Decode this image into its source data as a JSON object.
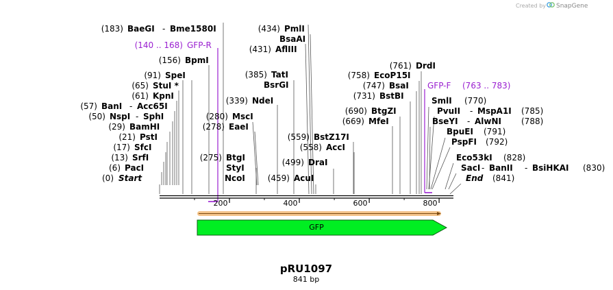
{
  "credit": {
    "prefix": "Created by",
    "brand": "SnapGene"
  },
  "map": {
    "name": "pRU1097",
    "length_label": "841 bp",
    "length": 841,
    "ticks": [
      "200",
      "400",
      "600",
      "800"
    ],
    "feature": {
      "name": "GFP",
      "color": "#00ee22"
    },
    "primers": [
      {
        "name": "GFP-R",
        "range": "(140 .. 168)"
      },
      {
        "name": "GFP-F",
        "range": "(763 .. 783)"
      }
    ],
    "left_labels": [
      {
        "pos": "(183)",
        "name": "BaeGI",
        "name2": "Bme1580I"
      },
      {
        "pos": "(156)",
        "name": "BpmI"
      },
      {
        "pos": "(91)",
        "name": "SpeI"
      },
      {
        "pos": "(65)",
        "name": "StuI *"
      },
      {
        "pos": "(61)",
        "name": "KpnI"
      },
      {
        "pos": "(57)",
        "name": "BanI",
        "name2": "Acc65I"
      },
      {
        "pos": "(50)",
        "name": "NspI",
        "name2": "SphI"
      },
      {
        "pos": "(29)",
        "name": "BamHI"
      },
      {
        "pos": "(21)",
        "name": "PstI"
      },
      {
        "pos": "(17)",
        "name": "SfcI"
      },
      {
        "pos": "(13)",
        "name": "SrfI"
      },
      {
        "pos": "(6)",
        "name": "PacI"
      },
      {
        "pos": "(0)",
        "name": "Start"
      }
    ],
    "mid_labels": [
      {
        "pos": "(434)",
        "name": "PmlI"
      },
      {
        "name": "BsaAI"
      },
      {
        "pos": "(431)",
        "name": "AflIII"
      },
      {
        "pos": "(385)",
        "name": "TatI"
      },
      {
        "name": "BsrGI"
      },
      {
        "pos": "(339)",
        "name": "NdeI"
      },
      {
        "pos": "(280)",
        "name": "MscI"
      },
      {
        "pos": "(278)",
        "name": "EaeI"
      },
      {
        "pos": "(275)",
        "name": "BtgI"
      },
      {
        "name": "StyI"
      },
      {
        "name": "NcoI"
      },
      {
        "pos": "(559)",
        "name": "BstZ17I"
      },
      {
        "pos": "(558)",
        "name": "AccI"
      },
      {
        "pos": "(499)",
        "name": "DraI"
      },
      {
        "pos": "(459)",
        "name": "AcuI"
      }
    ],
    "upper_right_labels": [
      {
        "pos": "(761)",
        "name": "DrdI"
      },
      {
        "pos": "(758)",
        "name": "EcoP15I"
      },
      {
        "pos": "(747)",
        "name": "BsaI"
      },
      {
        "pos": "(731)",
        "name": "BstBI"
      },
      {
        "pos": "(690)",
        "name": "BtgZI"
      },
      {
        "pos": "(669)",
        "name": "MfeI"
      }
    ],
    "right_labels": [
      {
        "name": "SmlI",
        "pos": "(770)"
      },
      {
        "name": "PvuII",
        "name2": "MspA1I",
        "pos": "(785)"
      },
      {
        "name": "BseYI",
        "name2": "AlwNI",
        "pos": "(788)"
      },
      {
        "name": "BpuEI",
        "pos": "(791)"
      },
      {
        "name": "PspFI",
        "pos": "(792)"
      },
      {
        "name": "Eco53kI",
        "pos": "(828)"
      },
      {
        "name": "SacI",
        "name2": "BanII",
        "name3": "BsiHKAI",
        "pos": "(830)"
      },
      {
        "name": "End",
        "pos": "(841)"
      }
    ]
  }
}
